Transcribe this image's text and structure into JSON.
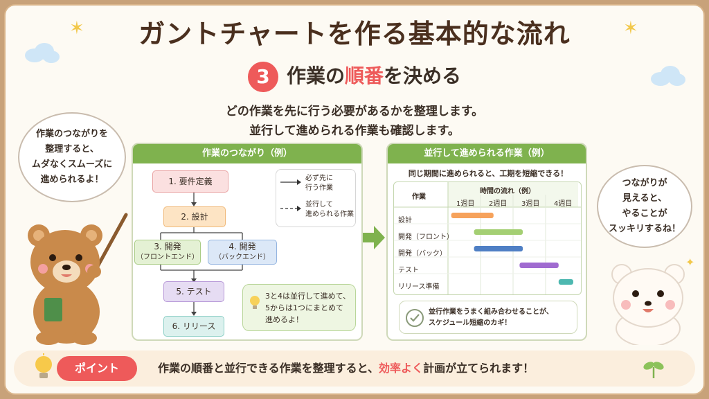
{
  "title": "ガントチャートを作る基本的な流れ",
  "step": {
    "number": "3",
    "heading_pre": "作業の",
    "heading_highlight": "順番",
    "heading_post": "を決める"
  },
  "description": [
    "どの作業を先に行う必要があるかを整理します。",
    "並行して進められる作業も確認します。"
  ],
  "left_bubble": [
    "作業のつながりを",
    "整理すると、",
    "ムダなくスムーズに",
    "進められるよ！"
  ],
  "right_bubble": [
    "つながりが",
    "見えると、",
    "やることが",
    "スッキリするね！"
  ],
  "flow_panel": {
    "title": "作業のつながり（例）",
    "nodes": [
      {
        "line1": "1. 要件定義",
        "line2": ""
      },
      {
        "line1": "2. 設計",
        "line2": ""
      },
      {
        "line1": "3. 開発",
        "line2": "（フロントエンド）"
      },
      {
        "line1": "4. 開発",
        "line2": "（バックエンド）"
      },
      {
        "line1": "5. テスト",
        "line2": ""
      },
      {
        "line1": "6. リリース",
        "line2": ""
      }
    ],
    "legend": {
      "solid_1": "必ず先に",
      "solid_2": "行う作業",
      "dashed_1": "並行して",
      "dashed_2": "進められる作業"
    },
    "note": [
      "3と4は並行して進めて、",
      "5からは1つにまとめて",
      "進めるよ！"
    ]
  },
  "gantt_panel": {
    "title": "並行して進められる作業（例）",
    "subtitle": "同じ期間に進められると、工期を短縮できる！",
    "task_header": "作業",
    "time_header": "時間の流れ（例）",
    "weeks": [
      "1週目",
      "2週目",
      "3週目",
      "4週目"
    ],
    "tasks": [
      {
        "name": "設計",
        "start": 0.1,
        "end": 1.4,
        "color": "#f6a25b"
      },
      {
        "name": "開発（フロント）",
        "start": 0.8,
        "end": 2.3,
        "color": "#a4cf73"
      },
      {
        "name": "開発（バック）",
        "start": 0.8,
        "end": 2.3,
        "color": "#4f7fc4"
      },
      {
        "name": "テスト",
        "start": 2.2,
        "end": 3.4,
        "color": "#a06bd0"
      },
      {
        "name": "リリース準備",
        "start": 3.4,
        "end": 3.85,
        "color": "#4db8b0"
      }
    ],
    "tip": [
      "並行作業をうまく組み合わせることが、",
      "スケジュール短縮のカギ！"
    ]
  },
  "point": {
    "tag": "ポイント",
    "text_pre": "作業の順番と並行できる作業を整理すると、",
    "text_highlight": "効率よく",
    "text_post": "計画が立てられます！"
  },
  "colors": {
    "accent_red": "#ee5a5a",
    "panel_green": "#7fb24e",
    "node_pink": "#fbe0e0",
    "node_orange": "#fde4c4",
    "node_green": "#e4f1d4",
    "node_blue": "#dce8f7",
    "node_purple": "#e6dcf3",
    "node_teal": "#dcf1ee"
  },
  "icons": [
    "sparkle-icon",
    "cloud-icon",
    "lightbulb-icon",
    "arrow-right-icon",
    "check-circle-icon",
    "sprout-icon",
    "bear-illustration",
    "white-bear-illustration"
  ]
}
